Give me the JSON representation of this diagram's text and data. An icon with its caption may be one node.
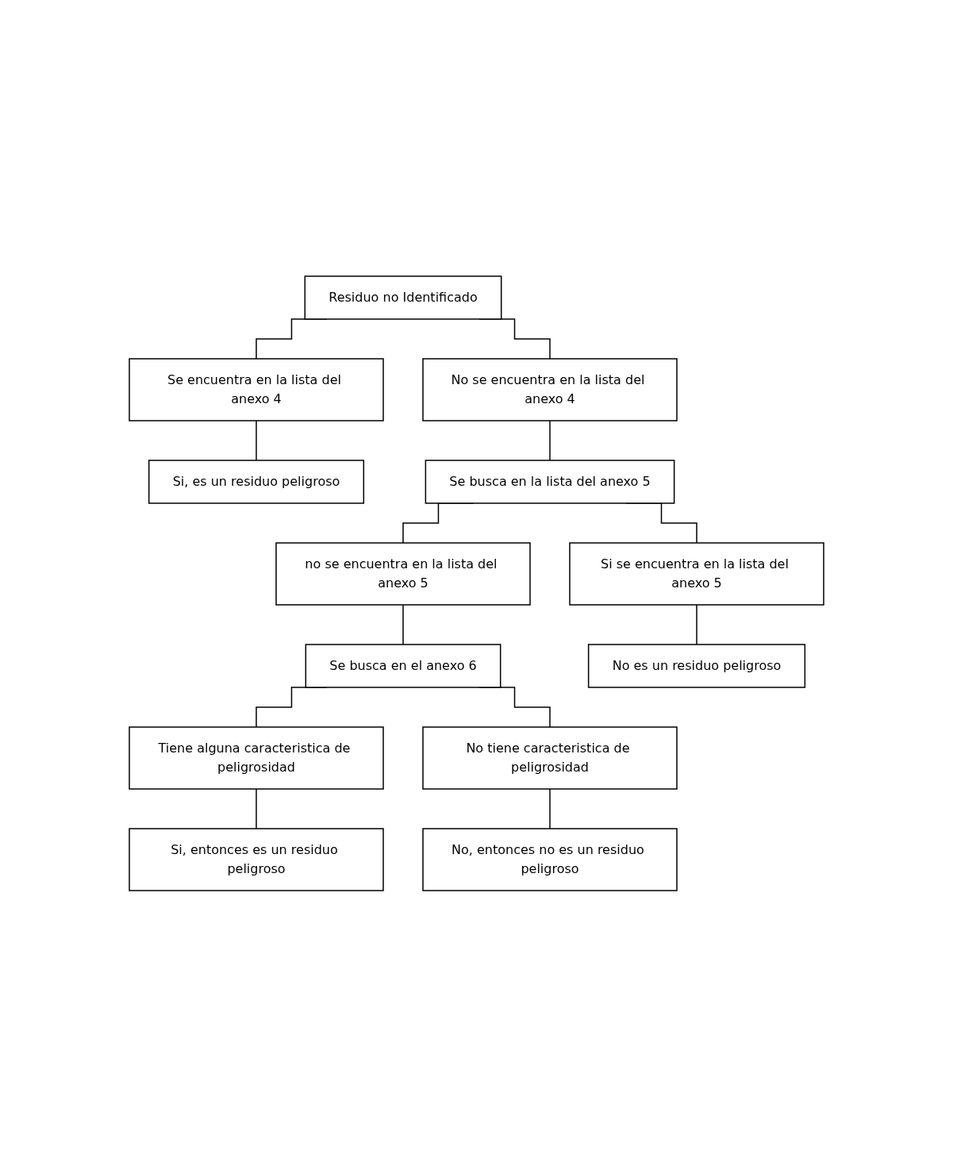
{
  "diagram": {
    "nodes": [
      {
        "text": [
          "Residuo no Identificado"
        ]
      },
      {
        "text": [
          "Se encuentra en la lista del anexo 4"
        ]
      },
      {
        "text": [
          "No se encuentra en la lista del anexo 4"
        ]
      },
      {
        "text": [
          "Si, es un residuo peligroso"
        ]
      },
      {
        "text": [
          "Se busca en la lista del anexo 5"
        ]
      },
      {
        "text": [
          "no se encuentra en la lista del anexo 5"
        ]
      },
      {
        "text": [
          "Si se encuentra en la lista del anexo 5"
        ]
      },
      {
        "text": [
          "Se busca en el anexo 6"
        ]
      },
      {
        "text": [
          "No es un residuo peligroso"
        ]
      },
      {
        "text": [
          "Tiene alguna caracteristica de peligrosidad"
        ]
      },
      {
        "text": [
          "No tiene caracteristica de peligrosidad"
        ]
      },
      {
        "text": [
          "Si, entonces es un residuo peligroso"
        ]
      },
      {
        "text": [
          "No, entonces no es un residuo peligroso"
        ]
      }
    ],
    "edges": [
      {
        "from": 0,
        "to": 1,
        "arrow": "none"
      },
      {
        "from": 0,
        "to": 2,
        "arrow": "none"
      },
      {
        "from": 1,
        "to": 3,
        "arrow": "none"
      },
      {
        "from": 2,
        "to": 4,
        "arrow": "none"
      },
      {
        "from": 4,
        "to": 5,
        "arrow": "none"
      },
      {
        "from": 4,
        "to": 6,
        "arrow": "none"
      },
      {
        "from": 5,
        "to": 7,
        "arrow": "none"
      },
      {
        "from": 6,
        "to": 8,
        "arrow": "none"
      },
      {
        "from": 7,
        "to": 9,
        "arrow": "none"
      },
      {
        "from": 7,
        "to": 10,
        "arrow": "none"
      },
      {
        "from": 9,
        "to": 11,
        "arrow": "none"
      },
      {
        "from": 10,
        "to": 12,
        "arrow": "none"
      }
    ]
  }
}
